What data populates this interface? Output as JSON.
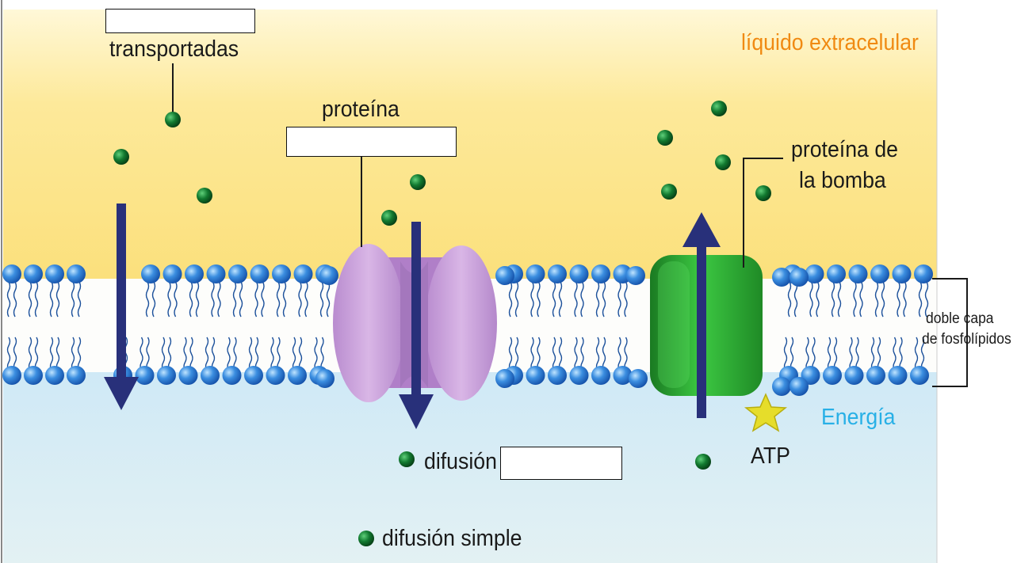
{
  "labels": {
    "transported": "transportadas",
    "protein": "proteína",
    "extracellular": "líquido extracelular",
    "pump_line1": "proteína de",
    "pump_line2": "la bomba",
    "bilayer_line1": "doble capa",
    "bilayer_line2": "de fosfolípidos",
    "energy": "Energía",
    "atp": "ATP",
    "diffusion": "difusión",
    "simple_diffusion": "difusión simple"
  },
  "blanks": {
    "top_left": "",
    "protein_type": "",
    "diffusion_type": ""
  },
  "colors": {
    "extracellular_top": "#fde58a",
    "extracellular_bottom": "#fff6c4",
    "cytoplasm_top": "#d4ecf7",
    "cytoplasm_bottom": "#e6f3f4",
    "membrane_core": "#ffffff",
    "phospholipid_head": "#2f80d6",
    "phospholipid_tail": "#1a4f9a",
    "molecule": "#0b5e22",
    "arrow": "#28307a",
    "channel_protein": "#c59bd6",
    "pump_protein": "#27a02e",
    "extracellular_text": "#f08a12",
    "energy_text": "#28b0e6",
    "atp_star": "#e8e030"
  }
}
